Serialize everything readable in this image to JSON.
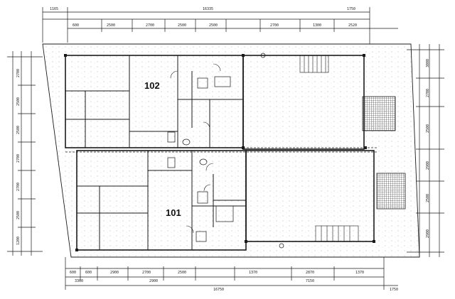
{
  "units": {
    "unit_102": "102",
    "unit_101": "101"
  },
  "dimensions": {
    "top_overall_1": "1165",
    "top_overall_2": "16335",
    "top_overall_3": "1750",
    "top_row": [
      "600",
      "2500",
      "2700",
      "2500",
      "2500",
      "2700",
      "1300",
      "2520"
    ],
    "bottom_row": [
      "600",
      "600",
      "2900",
      "2700",
      "2500",
      "1370",
      "2870",
      "1370"
    ],
    "bottom_overall": [
      "3300",
      "2900",
      "16750",
      "7150",
      "1750"
    ],
    "left_side": [
      "2700",
      "2500",
      "2500",
      "2700",
      "2700",
      "2500",
      "1200"
    ],
    "right_side": [
      "3000",
      "2700",
      "2500",
      "2900",
      "2500",
      "2900"
    ]
  },
  "colors": {
    "line": "#1a1a1a",
    "hatch": "#2a2a2a",
    "background": "#ffffff"
  }
}
